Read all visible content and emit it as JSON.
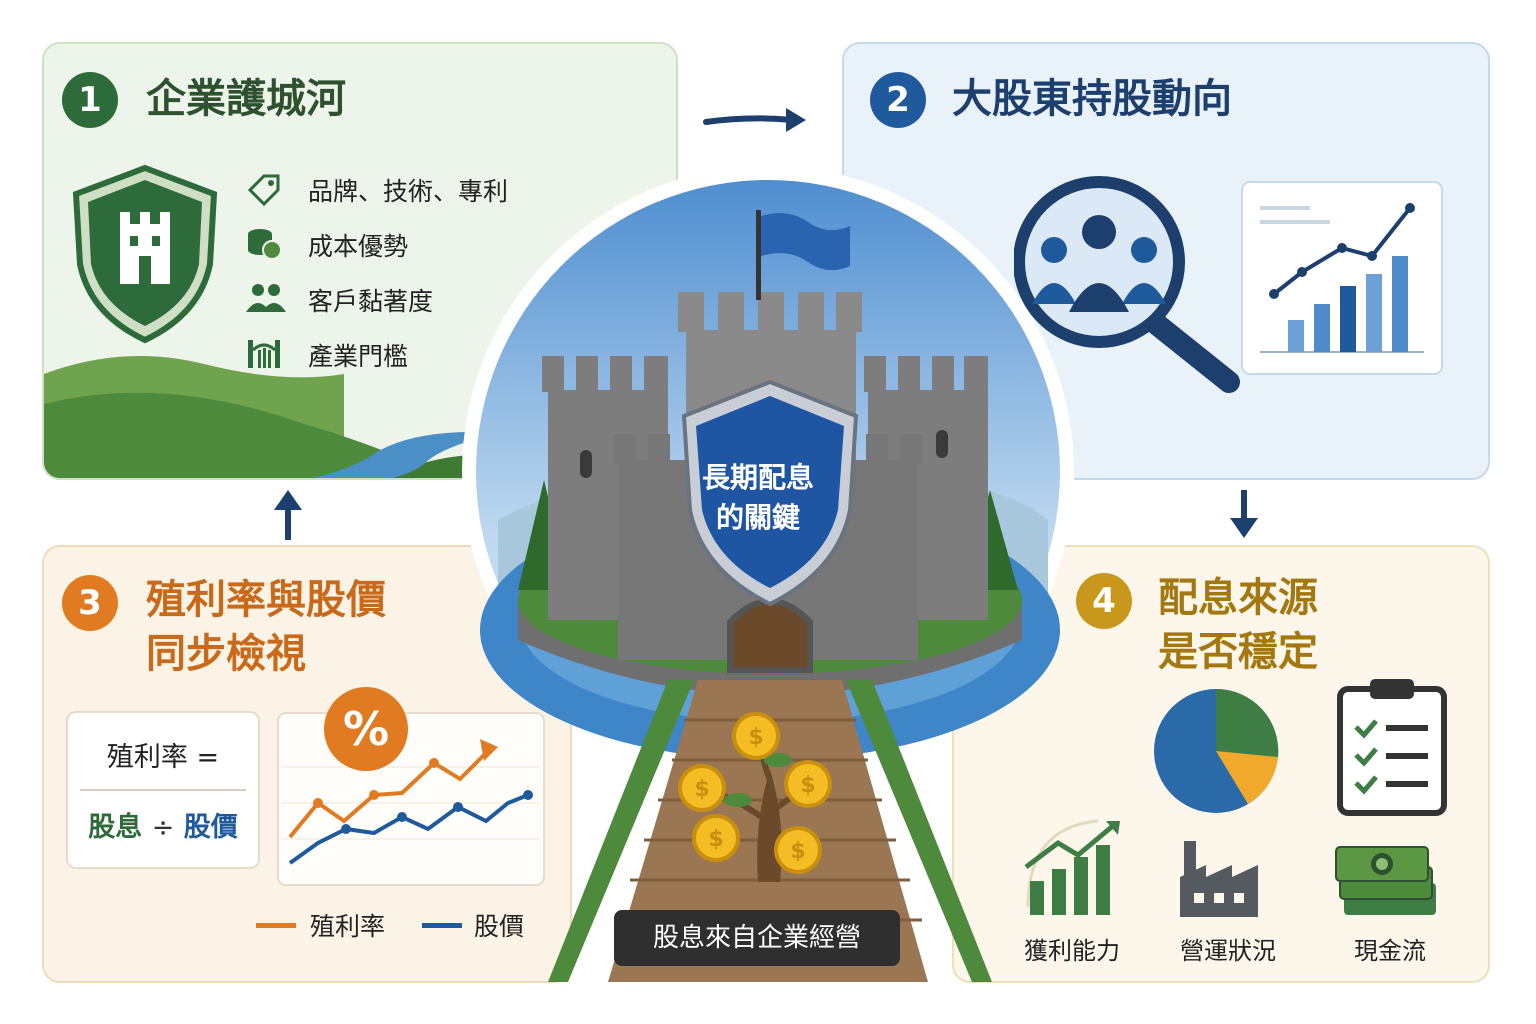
{
  "panel1": {
    "number": "1",
    "title": "企業護城河",
    "items": [
      {
        "label": "品牌、技術、專利",
        "icon": "tag-icon"
      },
      {
        "label": "成本優勢",
        "icon": "coins-icon"
      },
      {
        "label": "客戶黏著度",
        "icon": "users-icon"
      },
      {
        "label": "產業門檻",
        "icon": "gate-icon"
      }
    ],
    "accent": "#2e6b3a"
  },
  "panel2": {
    "number": "2",
    "title": "大股東持股動向",
    "accent": "#1f5a9c"
  },
  "panel3": {
    "number": "3",
    "title_line1": "殖利率與股價",
    "title_line2": "同步檢視",
    "formula_top": "殖利率 =",
    "formula_dividend": "股息",
    "formula_divide": "÷",
    "formula_price": "股價",
    "percent_symbol": "%",
    "legend": [
      {
        "label": "殖利率",
        "color": "#e07b22"
      },
      {
        "label": "股價",
        "color": "#1f5a9c"
      }
    ],
    "accent": "#e07b22"
  },
  "panel4": {
    "number": "4",
    "title_line1": "配息來源",
    "title_line2": "是否穩定",
    "labels": [
      "獲利能力",
      "營運狀況",
      "現金流"
    ],
    "accent": "#c9971c"
  },
  "center": {
    "shield_line1": "長期配息",
    "shield_line2": "的關鍵",
    "banner": "股息來自企業經營"
  }
}
